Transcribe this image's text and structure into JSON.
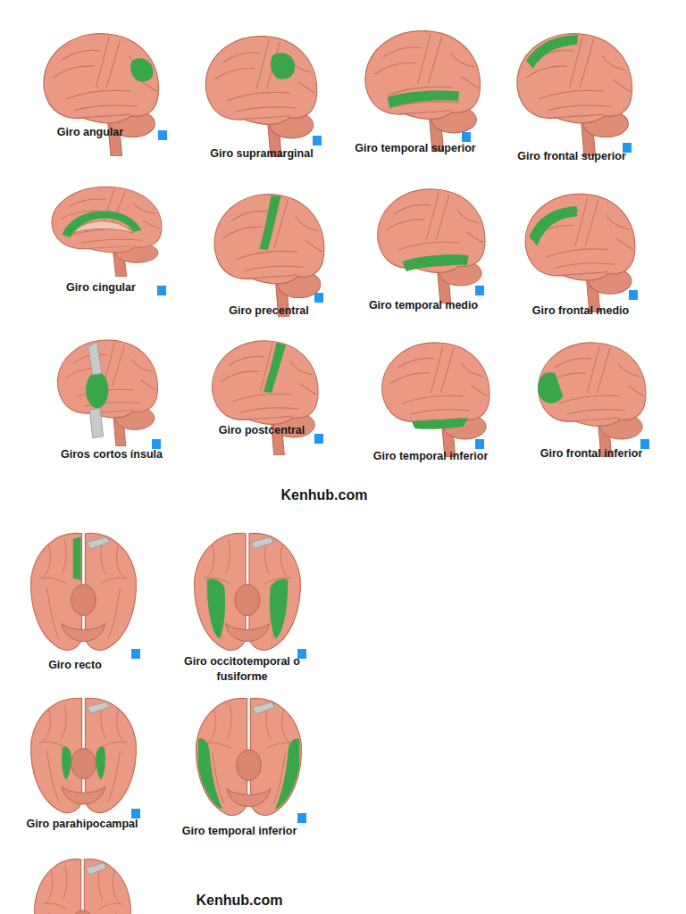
{
  "diagram": {
    "labels": [
      "Giro angular",
      "Giro supramarginal",
      "Giro temporal superior",
      "Giro frontal superior",
      "Giro cingular",
      "Giro precentral",
      "Giro temporal medio",
      "Giro frontal medio",
      "Giros cortos ínsula",
      "Giro postcentral",
      "Giro temporal inferior",
      "Giro frontal inferior",
      "Kenhub.com",
      "Giro recto",
      "Giro occitotemporal o fusiforme",
      "Giro parahipocampal",
      "Giro temporal inferior",
      "Kenhub.com"
    ]
  }
}
